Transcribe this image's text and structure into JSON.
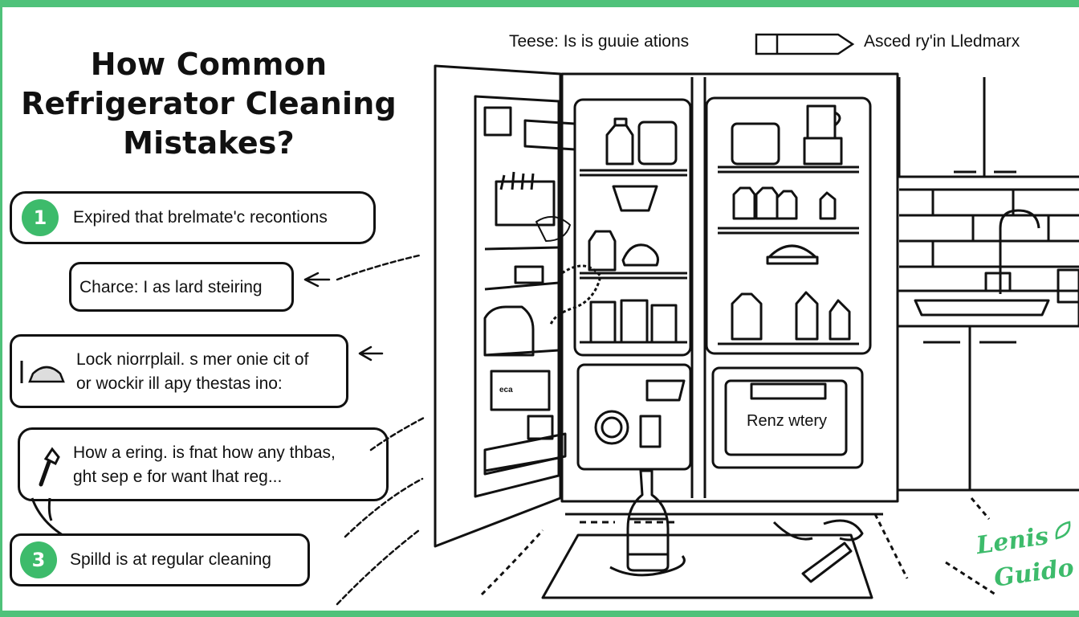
{
  "title": {
    "line1": "How Common",
    "line2": "Refrigerator Cleaning",
    "line3": "Mistakes?"
  },
  "top_notes": {
    "left": "Teese: Is is guuie ations",
    "right": "Asced ry'in Lledmarx"
  },
  "items": [
    {
      "badge": "1",
      "text": "Expired that brelmate'c recontions"
    },
    {
      "text": "Charce: I as lard steiring"
    },
    {
      "line1": "Lock niorrplail. s mer onie cit of",
      "line2": "or wockir ill apy thestas ino:"
    },
    {
      "line1": "How a ering. is fnat how any thbas,",
      "line2": "ght sep e for want lhat reg..."
    },
    {
      "badge": "3",
      "text": "Spilld is at regular cleaning"
    }
  ],
  "drawer_label": "Renz wtery",
  "door_label": "eca",
  "logo": {
    "line1": "Lenis",
    "line2": "Guido"
  },
  "colors": {
    "accent": "#3dbb6b",
    "frame": "#4fc27a",
    "ink": "#111111"
  },
  "icons": [
    "arrow-label-icon",
    "refrigerator-illustration",
    "kitchen-sink-illustration",
    "bottle-icon",
    "brush-icon",
    "leaf-icon"
  ]
}
